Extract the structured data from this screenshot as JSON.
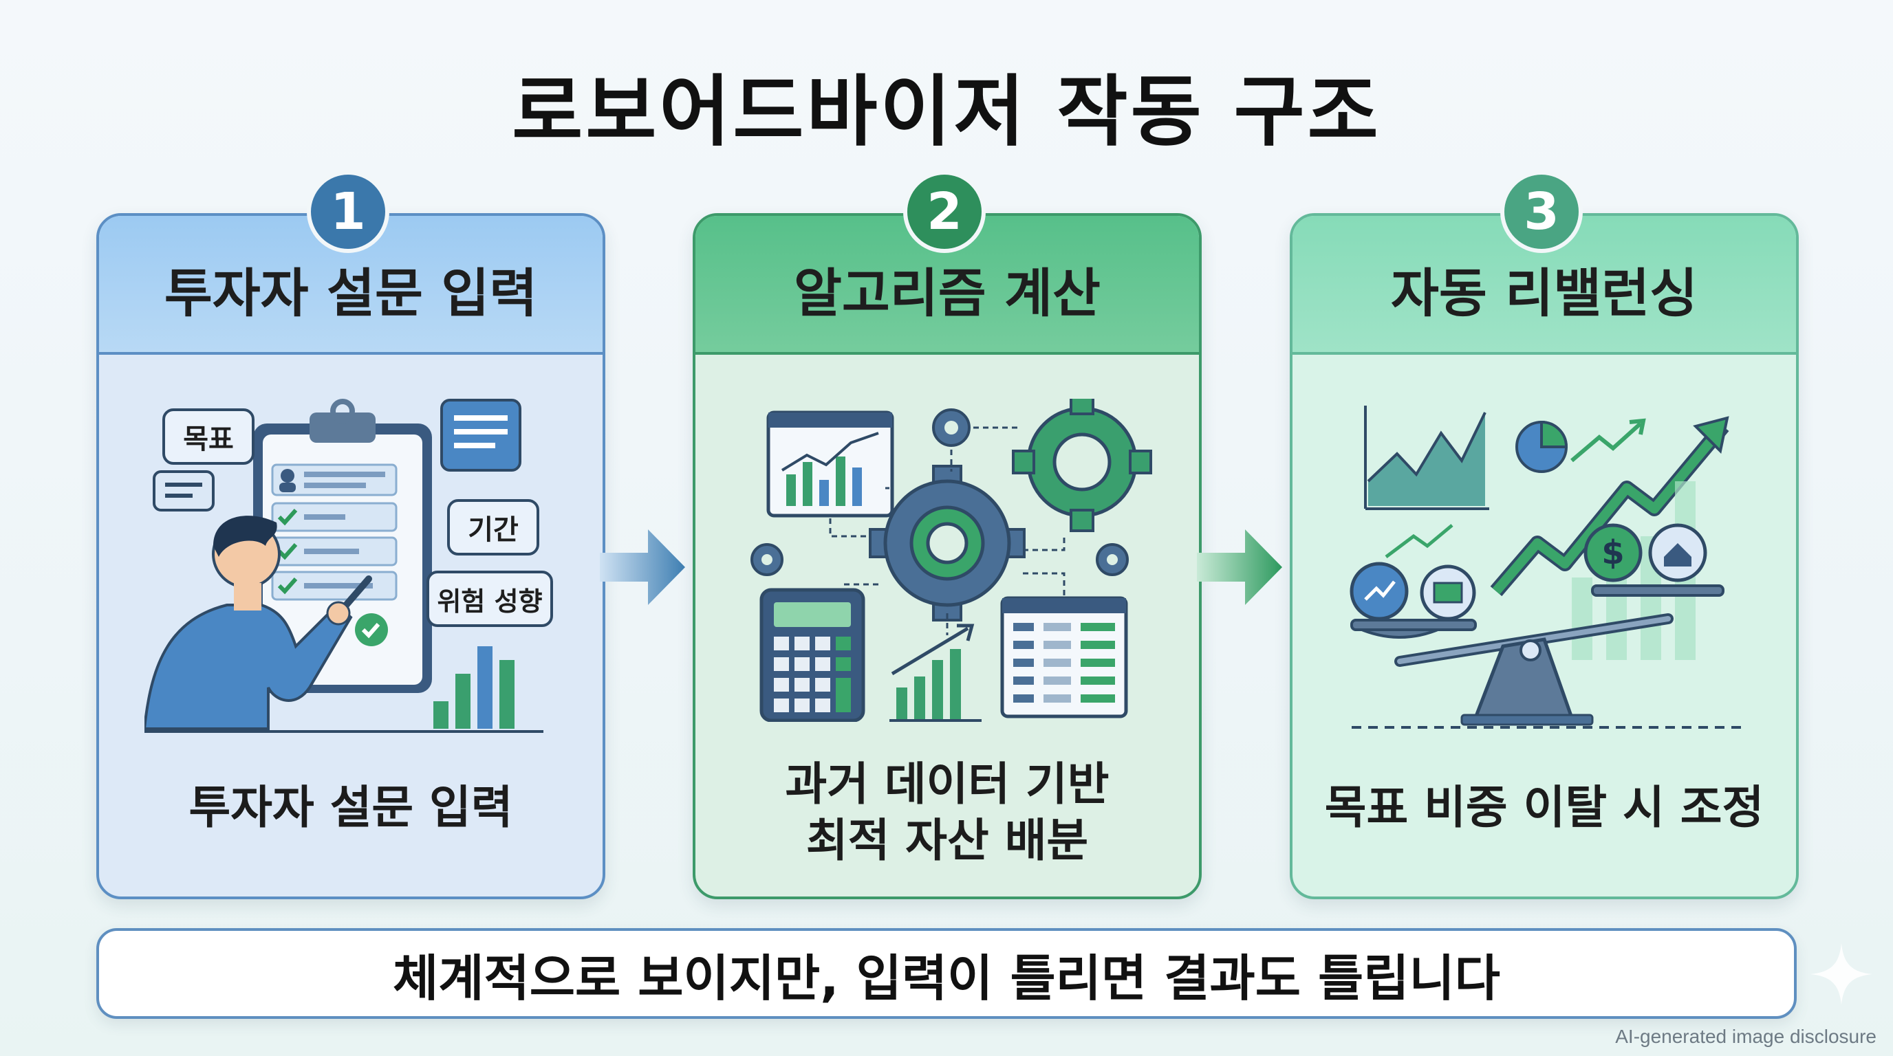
{
  "title": "로보어드바이저 작동 구조",
  "steps": [
    {
      "number": "1",
      "heading": "투자자 설문 입력",
      "caption_lines": [
        "투자자 설문 입력"
      ],
      "bubbles": [
        "목표",
        "기간",
        "위험 성향"
      ]
    },
    {
      "number": "2",
      "heading": "알고리즘 계산",
      "caption_lines": [
        "과거 데이터 기반",
        "최적 자산 배분"
      ]
    },
    {
      "number": "3",
      "heading": "자동 리밸런싱",
      "caption_lines": [
        "목표 비중 이탈 시 조정"
      ]
    }
  ],
  "footer": "체계적으로 보이지만, 입력이 틀리면 결과도 틀립니다",
  "disclosure": "AI-generated image disclosure",
  "colors": {
    "step1": "#3b78ab",
    "step2": "#2e8f5c",
    "step3": "#4aa583",
    "navy": "#2f4a66"
  }
}
